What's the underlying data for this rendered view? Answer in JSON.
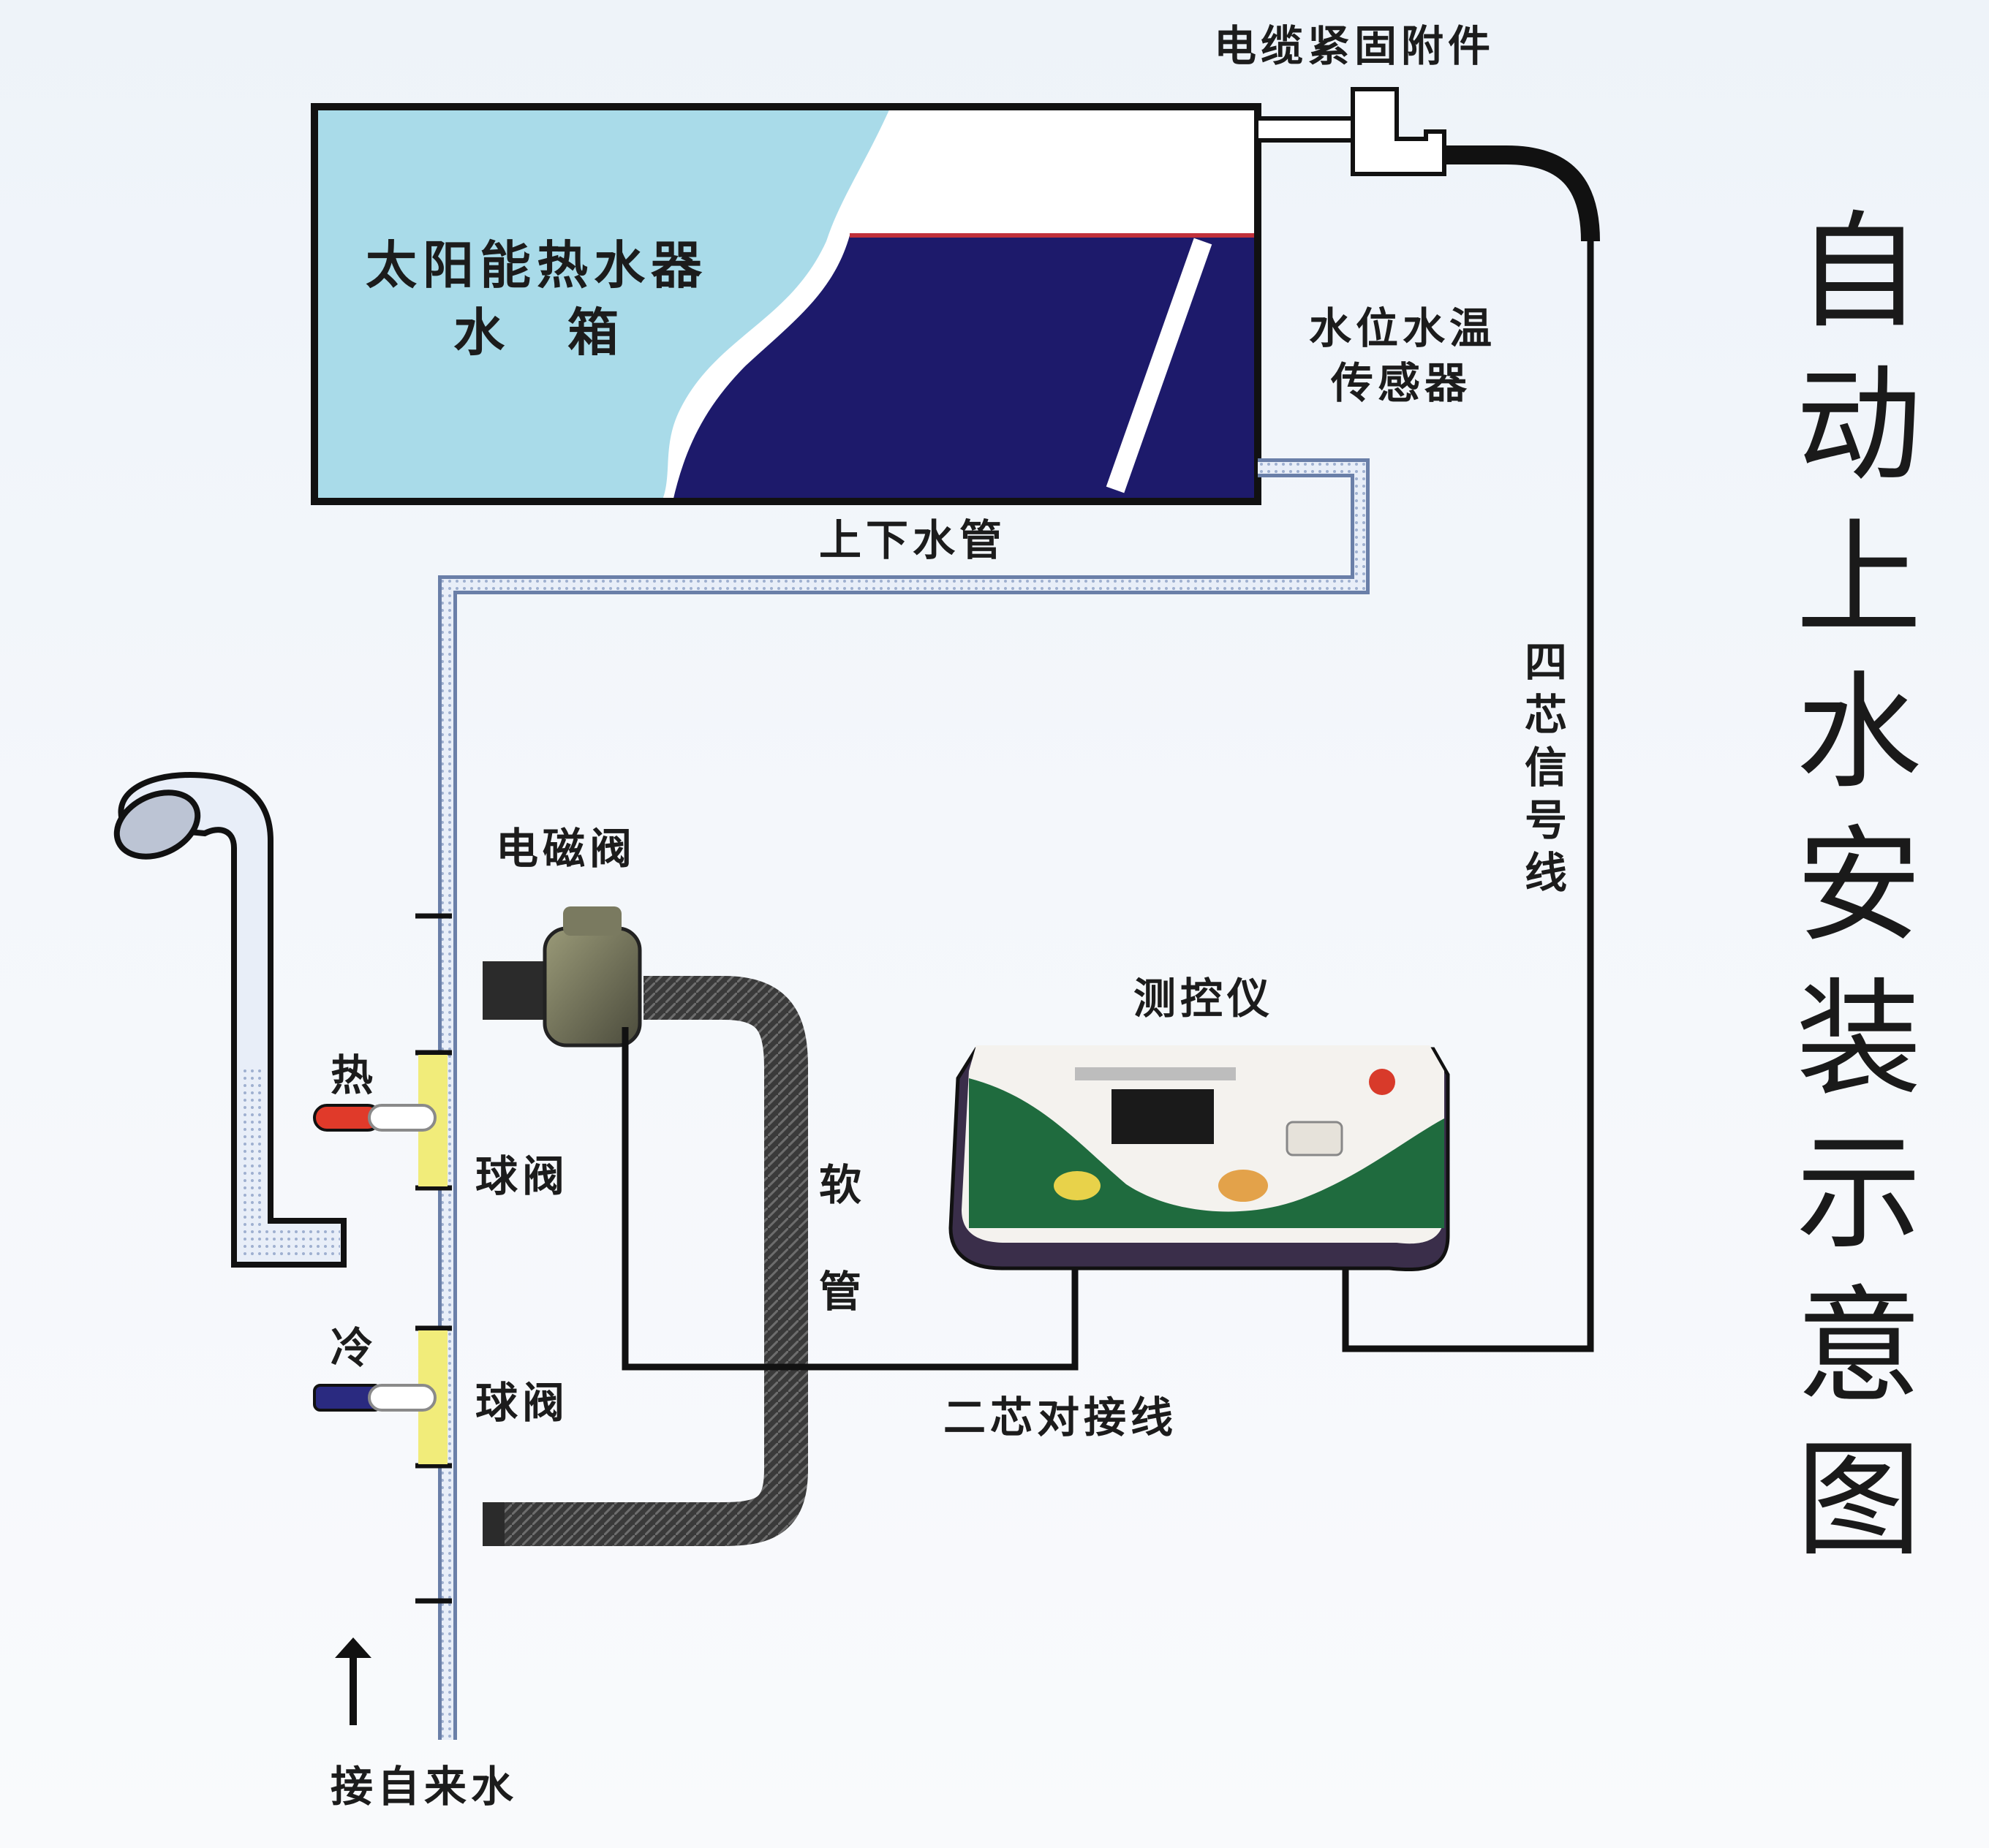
{
  "title": "自动上水安装示意图",
  "labels": {
    "tank_name": "太阳能热水器",
    "tank_suffix": "水　箱",
    "cable_fitting": "电缆紧固附件",
    "sensor_line1": "水位水温",
    "sensor_line2": "传感器",
    "pipe_up_down": "上下水管",
    "four_core_signal_wire": "四芯信号线",
    "solenoid_valve": "电磁阀",
    "controller": "测控仪",
    "hot": "热",
    "cold": "冷",
    "ball_valve_hot": "球阀",
    "ball_valve_cold": "球阀",
    "hose_1": "软",
    "hose_2": "管",
    "two_core_wire": "二芯对接线",
    "tap_water": "接自来水"
  },
  "colors": {
    "tank_light_water": "#a9dbe9",
    "tank_dark_water": "#1d1a6b",
    "outline": "#111111",
    "pipe_fill": "#e8eef8",
    "pipe_edge": "#6a7fa8",
    "valve_yellow": "#f1ec7a",
    "hot_handle": "#e03a2a",
    "cold_handle": "#2a2a80",
    "controller_green": "#1f6b3e",
    "hose_dark": "#2e2e2e"
  }
}
